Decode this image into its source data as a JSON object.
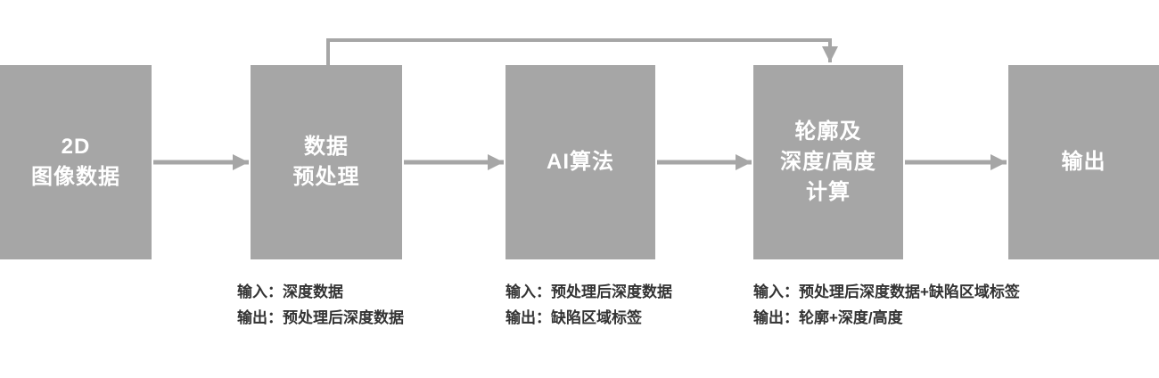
{
  "flowchart": {
    "nodes": [
      {
        "id": "input-2d",
        "label": "2D\n图像数据"
      },
      {
        "id": "preprocess",
        "label": "数据\n预处理"
      },
      {
        "id": "ai",
        "label": "AI算法"
      },
      {
        "id": "contour",
        "label": "轮廓及\n深度/高度\n计算"
      },
      {
        "id": "output",
        "label": "输出"
      }
    ],
    "notes": [
      {
        "text": "输入：深度数据\n输出：预处理后深度数据"
      },
      {
        "text": "输入：预处理后深度数据\n输出：缺陷区域标签"
      },
      {
        "text": "输入：预处理后深度数据+缺陷区域标签\n输出：轮廓+深度/高度"
      }
    ],
    "colors": {
      "box": "#a6a6a6",
      "box_text": "#ffffff",
      "arrow": "#a6a6a6",
      "note_text": "#333333",
      "background": "#ffffff"
    }
  }
}
